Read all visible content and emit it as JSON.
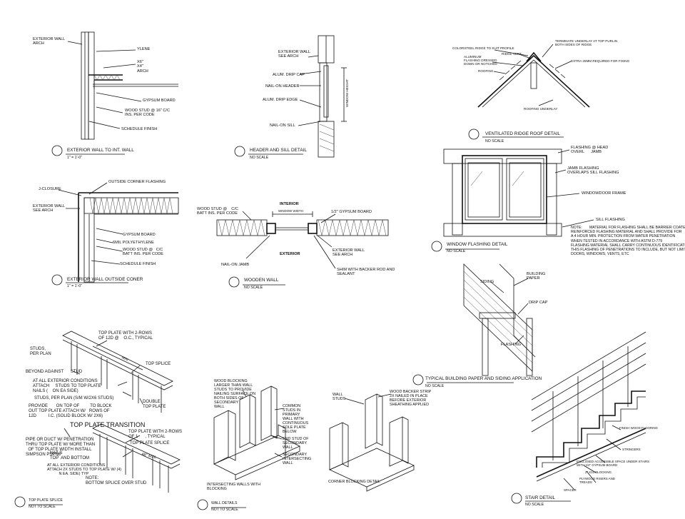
{
  "sheet": {
    "ext_int": {
      "labels": [
        "EXTERIOR WALL\nARCH",
        "YLENE",
        "x6\"\nx4\"\nARCH",
        "GYPSUM BOARD",
        "WOOD STUD @ 16\" C/C\nINS. PER CODE",
        "SCHEDULE FINISH"
      ],
      "title": "EXTERIOR WALL TO INT. WALL",
      "scale": "1\" = 1'-0\""
    },
    "header_sill": {
      "labels": [
        "EXTERIOR WALL\nSEE ARCH",
        "ALUM. DRIP CAP",
        "NAIL-ON HEADER",
        "ALUM. DRIP EDGE",
        "NAIL-ON SILL",
        "WINDOW HEIGHT"
      ],
      "title": "HEADER AND SILL DETAIL",
      "scale": "NO SCALE"
    },
    "ridge": {
      "labels": [
        "COLORSTEEL RIDGE TO SUIT PROFILE",
        "RIDGE VENT",
        "ALUMINUM\nFLASHING DRESSED\nDOWN OR NOTCHED",
        "ROOFING",
        "TERMINATE UNDERLAY AT TOP PURLIN\nBOTH SIDES OF RIDGE",
        "EXTRA 25MM REQUIRED FOR FIXING",
        "ROOFING UNDERLAY"
      ],
      "title": "VENTILATED RIDGE ROOF DETAIL",
      "scale": "NO SCALE"
    },
    "corner": {
      "labels": [
        "OUTSIDE CORNER FLASHING",
        "J-CLOSURE",
        "EXTERIOR WALL\nSEE ARCH",
        "GYPSUM BOARD",
        "6mil POLYETHYLENE",
        "WOOD STUD @   C/C\nBATT INS. PER CODE",
        "SCHEDULE FINISH"
      ],
      "title": "EXTERIOR WALL OUTSIDE CONER",
      "scale": "1\" = 1'-0\""
    },
    "wooden_wall": {
      "labels": [
        "INTERIOR",
        "WINDOW WIDTH",
        "WOOD STUD @    C/C\nBATT INS. PER CODE",
        "1/2\" GYPSUM BOARD",
        "EXTERIOR",
        "EXTERIOR WALL\nSEE ARCH",
        "NAIL-ON JAMB",
        "SHIM WITH BACKER ROD AND\nSEALANT"
      ],
      "title": "WOODEN WALL",
      "scale": "NO SCALE"
    },
    "window_flash": {
      "labels": [
        "FLASHING @ HEAD\nOVERL      JAMB",
        "JAMB FLASHING\nOVERLAPS SILL FLASHING",
        "WINDOWDOOR FRAME",
        "SILL FLASHING"
      ],
      "note": "NOTE:       MATERIAL FOR FLASHING SHALL BE BARRIER COATED\nREINFORCED FLASHING MATERIAL AND SHALL PROVIDE FOR\nA 4 HOUR MIN. PROTECTION FROM WATER PENETRATION\nWHEN TESTED IN ACCORDANCE WITH ASTM D-779\nFLASHING MATERIAL SHALL CARRY CONTINUOUS IDENTIFICATION\nTHIS FLASHING OF PENETRATIONS TO INCLUDE, BUT NOT LIMITED\nDOORS, WINDOWS, VENTS, ETC",
      "title": "WINDOW FLASHING DETAIL",
      "scale": "NO SCALE"
    },
    "siding": {
      "labels": [
        "SIDING",
        "BUILDING\nPAPER",
        "DRIP CAP",
        "FLASHING"
      ],
      "title": "TYPICAL BUILDING PAPER AND SIDING APPLICATION",
      "scale": "NO SCALE"
    },
    "top_plate": {
      "labels": [
        "TOP PLATE WITH 2-ROWS\nOF 12d @    O.C., TYPICAL",
        "STUDS,\nPER PLAN",
        "MIN.",
        "TOP SPLICE",
        "BEYOND AGAINST      STUD",
        "AT ALL EXTERIOR CONDITIONS\nATTACH     STUDS TO TOP PLATE\nNAILS (    ON EA SIDE)",
        "STUDS, PER PLAN (S/M w/2x6 STUDS)",
        "PROVIDE       ON TOP OF         TO BLOCK\nOUT TOP PLATE ATTACH w/   ROWS OF\n12d          I.C. (SOLID BLOCK w/ 2x6)",
        "DOUBLE\nTOP PLATE",
        "PIPE OR DUCT w/ PENETRATION\nTHRU TOP PLATE w/ MORE THAN\n  OF TOP PLATE WIDTH INSTALL\nSIMPSON PSPN8",
        "TOP PLATE WITH 2-ROWS\nOF 1      , TYPICAL",
        "TOP PLATE SPLICE",
        "48\" MIN.",
        "NAILS\nTOP  AND BOTTOM",
        "AT ALL EXTERIOR CONDITIONS\nATTACH 2X STUDS TO TOP PLATE W/ (4)\n           N EA. SIDE) TYP",
        "NOTE:\nBOTTOM SPLICE OVER STUD"
      ],
      "transition": "TOP PLATE TRANSITION",
      "title": "TOP PLATE SPLICE",
      "scale": "NOT TO SCALE"
    },
    "wall_details": {
      "labels": [
        "WOOD BLOCKING\nLARGER THAN WALL\nSTUDS TO PROVIDE\nNAILING SURFACE ON\nBOTH SIDES OF\nSECONDARY\nWALL",
        "COMMON\nSTUDS IN\nPRIMARY\nWALL WITH\nCONTINUOUS\nSOLE PLATE\nBELOW",
        "END STUD OF\nSECONDARY\nWALL",
        "SECONDARY\nINTERSECTING\nWALL",
        "WALL\nSTUDS",
        "WOOD BACKER STRIP\n2X NAILED IN PLACE\nBEFORE EXTERIOR\nSHEATHING APPLIED"
      ],
      "cap1": "INTERSECTING WALLS WITH\nBLOCKING",
      "cap2": "CORNER BLOCKING DETAIL",
      "title": "WALL DETAILS",
      "scale": "NOT TO SCALE"
    },
    "stair": {
      "labels": [
        "FINISH WOOD FLOORING",
        "STRINGERS",
        "ENCLOSED ACCESSIBLE SPACE UNDER STAIRS\nWITH 1/2\" GYPSUM BOARD",
        "2\" X10 BLOCKING",
        "PLYWOOD RISERS AND\nTREADS",
        "SPACER"
      ],
      "title": "STAIR DETAIL",
      "scale": "NO SCALE"
    }
  }
}
